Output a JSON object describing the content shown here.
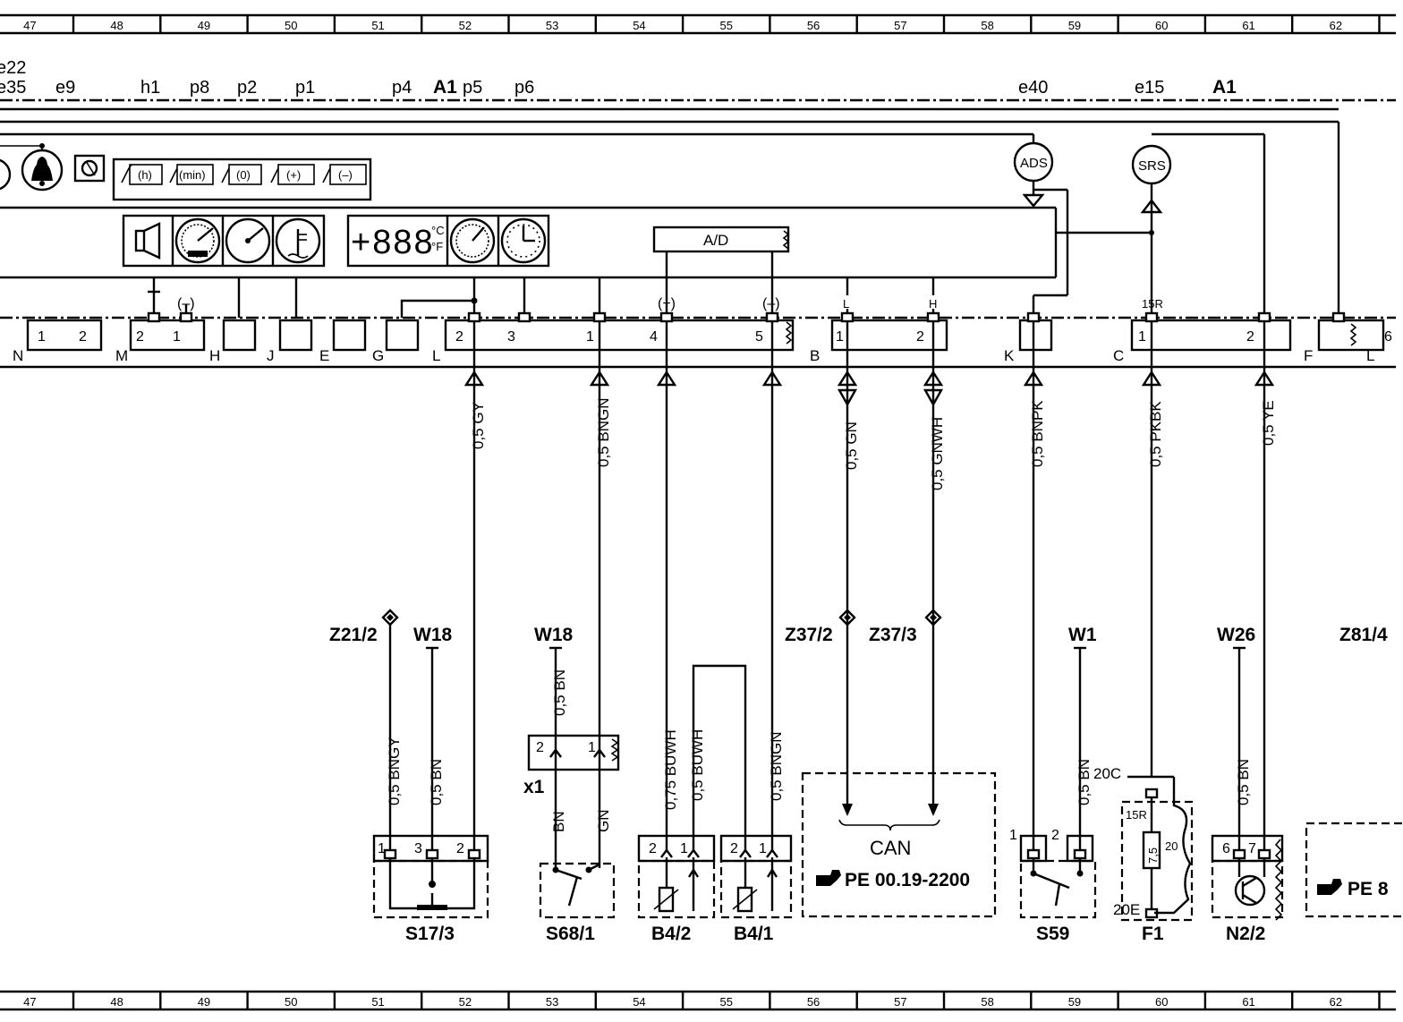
{
  "ruler": {
    "numbers": [
      "47",
      "48",
      "49",
      "50",
      "51",
      "52",
      "53",
      "54",
      "55",
      "56",
      "57",
      "58",
      "59",
      "60",
      "61",
      "62"
    ]
  },
  "signals": {
    "e22": "e22",
    "e35": "e35",
    "e9": "e9",
    "h1": "h1",
    "p8": "p8",
    "p2": "p2",
    "p1": "p1",
    "p4": "p4",
    "a1_left": "A1",
    "p5": "p5",
    "p6": "p6",
    "e40": "e40",
    "e15": "e15",
    "a1_right": "A1"
  },
  "instrument": {
    "buttons": [
      "(h)",
      "(min)",
      "(0)",
      "(+)",
      "(–)"
    ],
    "display": "+888",
    "unit_c": "°C",
    "unit_f": "°F",
    "ad_label": "A/D",
    "ads_label": "ADS",
    "srs_label": "SRS",
    "internal": {
      "minus_left": "(–)",
      "plus": "(+)",
      "minus_right": "(–)",
      "l": "L",
      "h": "H",
      "r15": "15R"
    }
  },
  "connectors": {
    "N": {
      "name": "N",
      "pins": [
        "1",
        "2"
      ]
    },
    "M": {
      "name": "M",
      "pins": [
        "2",
        "1"
      ]
    },
    "H": {
      "name": "H"
    },
    "J": {
      "name": "J"
    },
    "E": {
      "name": "E"
    },
    "G": {
      "name": "G"
    },
    "L": {
      "name": "L",
      "pins": [
        "2",
        "3",
        "1",
        "4",
        "5"
      ]
    },
    "B": {
      "name": "B",
      "pins": [
        "1",
        "2"
      ]
    },
    "K": {
      "name": "K"
    },
    "C": {
      "name": "C",
      "pins": [
        "1",
        "2"
      ]
    },
    "F": {
      "name": "F"
    },
    "L2": {
      "name": "L",
      "pin": "6"
    }
  },
  "wires": {
    "gy": "0,5 GY",
    "bngn": "0,5 BNGN",
    "gn": "0,5 GN",
    "gnwh": "0,5 GNWH",
    "bnpk": "0,5 BNPK",
    "pkbk": "0,5 PKBK",
    "ye": "0,5 YE",
    "bn_x1": "0,5 BN",
    "bngy": "0,5 BNGY",
    "bn_s17": "0,5 BN",
    "buwh_075": "0,75 BUWH",
    "buwh_05": "0,5 BUWH",
    "bngn_b41": "0,5 BNGN",
    "bn_s59": "0,5 BN",
    "bn_n22": "0,5 BN",
    "x1_bn": "BN",
    "x1_gn": "GN"
  },
  "ground_refs": {
    "z21_2": "Z21/2",
    "w18_a": "W18",
    "w18_b": "W18",
    "z37_2": "Z37/2",
    "z37_3": "Z37/3",
    "w1": "W1",
    "w26": "W26",
    "z81_4": "Z81/4"
  },
  "components": {
    "s17_3": {
      "name": "S17/3",
      "pins": [
        "1",
        "3",
        "2"
      ]
    },
    "x1": {
      "name": "x1",
      "pins": [
        "2",
        "1"
      ]
    },
    "s68_1": {
      "name": "S68/1"
    },
    "b4_2": {
      "name": "B4/2",
      "pins": [
        "2",
        "1"
      ]
    },
    "b4_1": {
      "name": "B4/1",
      "pins": [
        "2",
        "1"
      ]
    },
    "can": {
      "bus": "CAN",
      "ref": "PE  00.19-2200"
    },
    "s59": {
      "name": "S59",
      "pins": [
        "1",
        "2"
      ]
    },
    "f1": {
      "name": "F1",
      "top": "20C",
      "bottom": "20E",
      "r15": "15R",
      "value": "7,5",
      "fuse_no": "20"
    },
    "n2_2": {
      "name": "N2/2",
      "pins": [
        "6",
        "7"
      ]
    },
    "pe8": {
      "ref": "PE  8"
    }
  }
}
